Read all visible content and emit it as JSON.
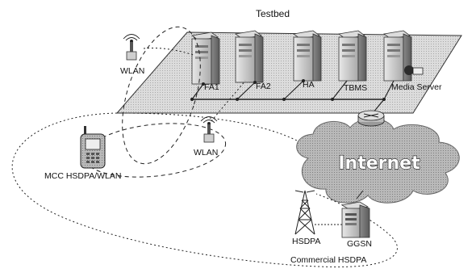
{
  "title": "Testbed",
  "labels": {
    "fa1": "FA1",
    "fa2": "FA2",
    "ha": "HA",
    "tbms": "TBMS",
    "media_server": "Media Server",
    "wlan_top": "WLAN",
    "wlan_mid": "WLAN",
    "mobile_node": "MCC HSDPA/WLAN",
    "internet": "Internet",
    "hsdpa": "HSDPA",
    "ggsn": "GGSN",
    "commercial": "Commercial HSDPA"
  },
  "colors": {
    "platform": "#d9d9d9",
    "server": "#c4c4c4",
    "cloud": "#b3b3b3",
    "line": "#222222"
  }
}
